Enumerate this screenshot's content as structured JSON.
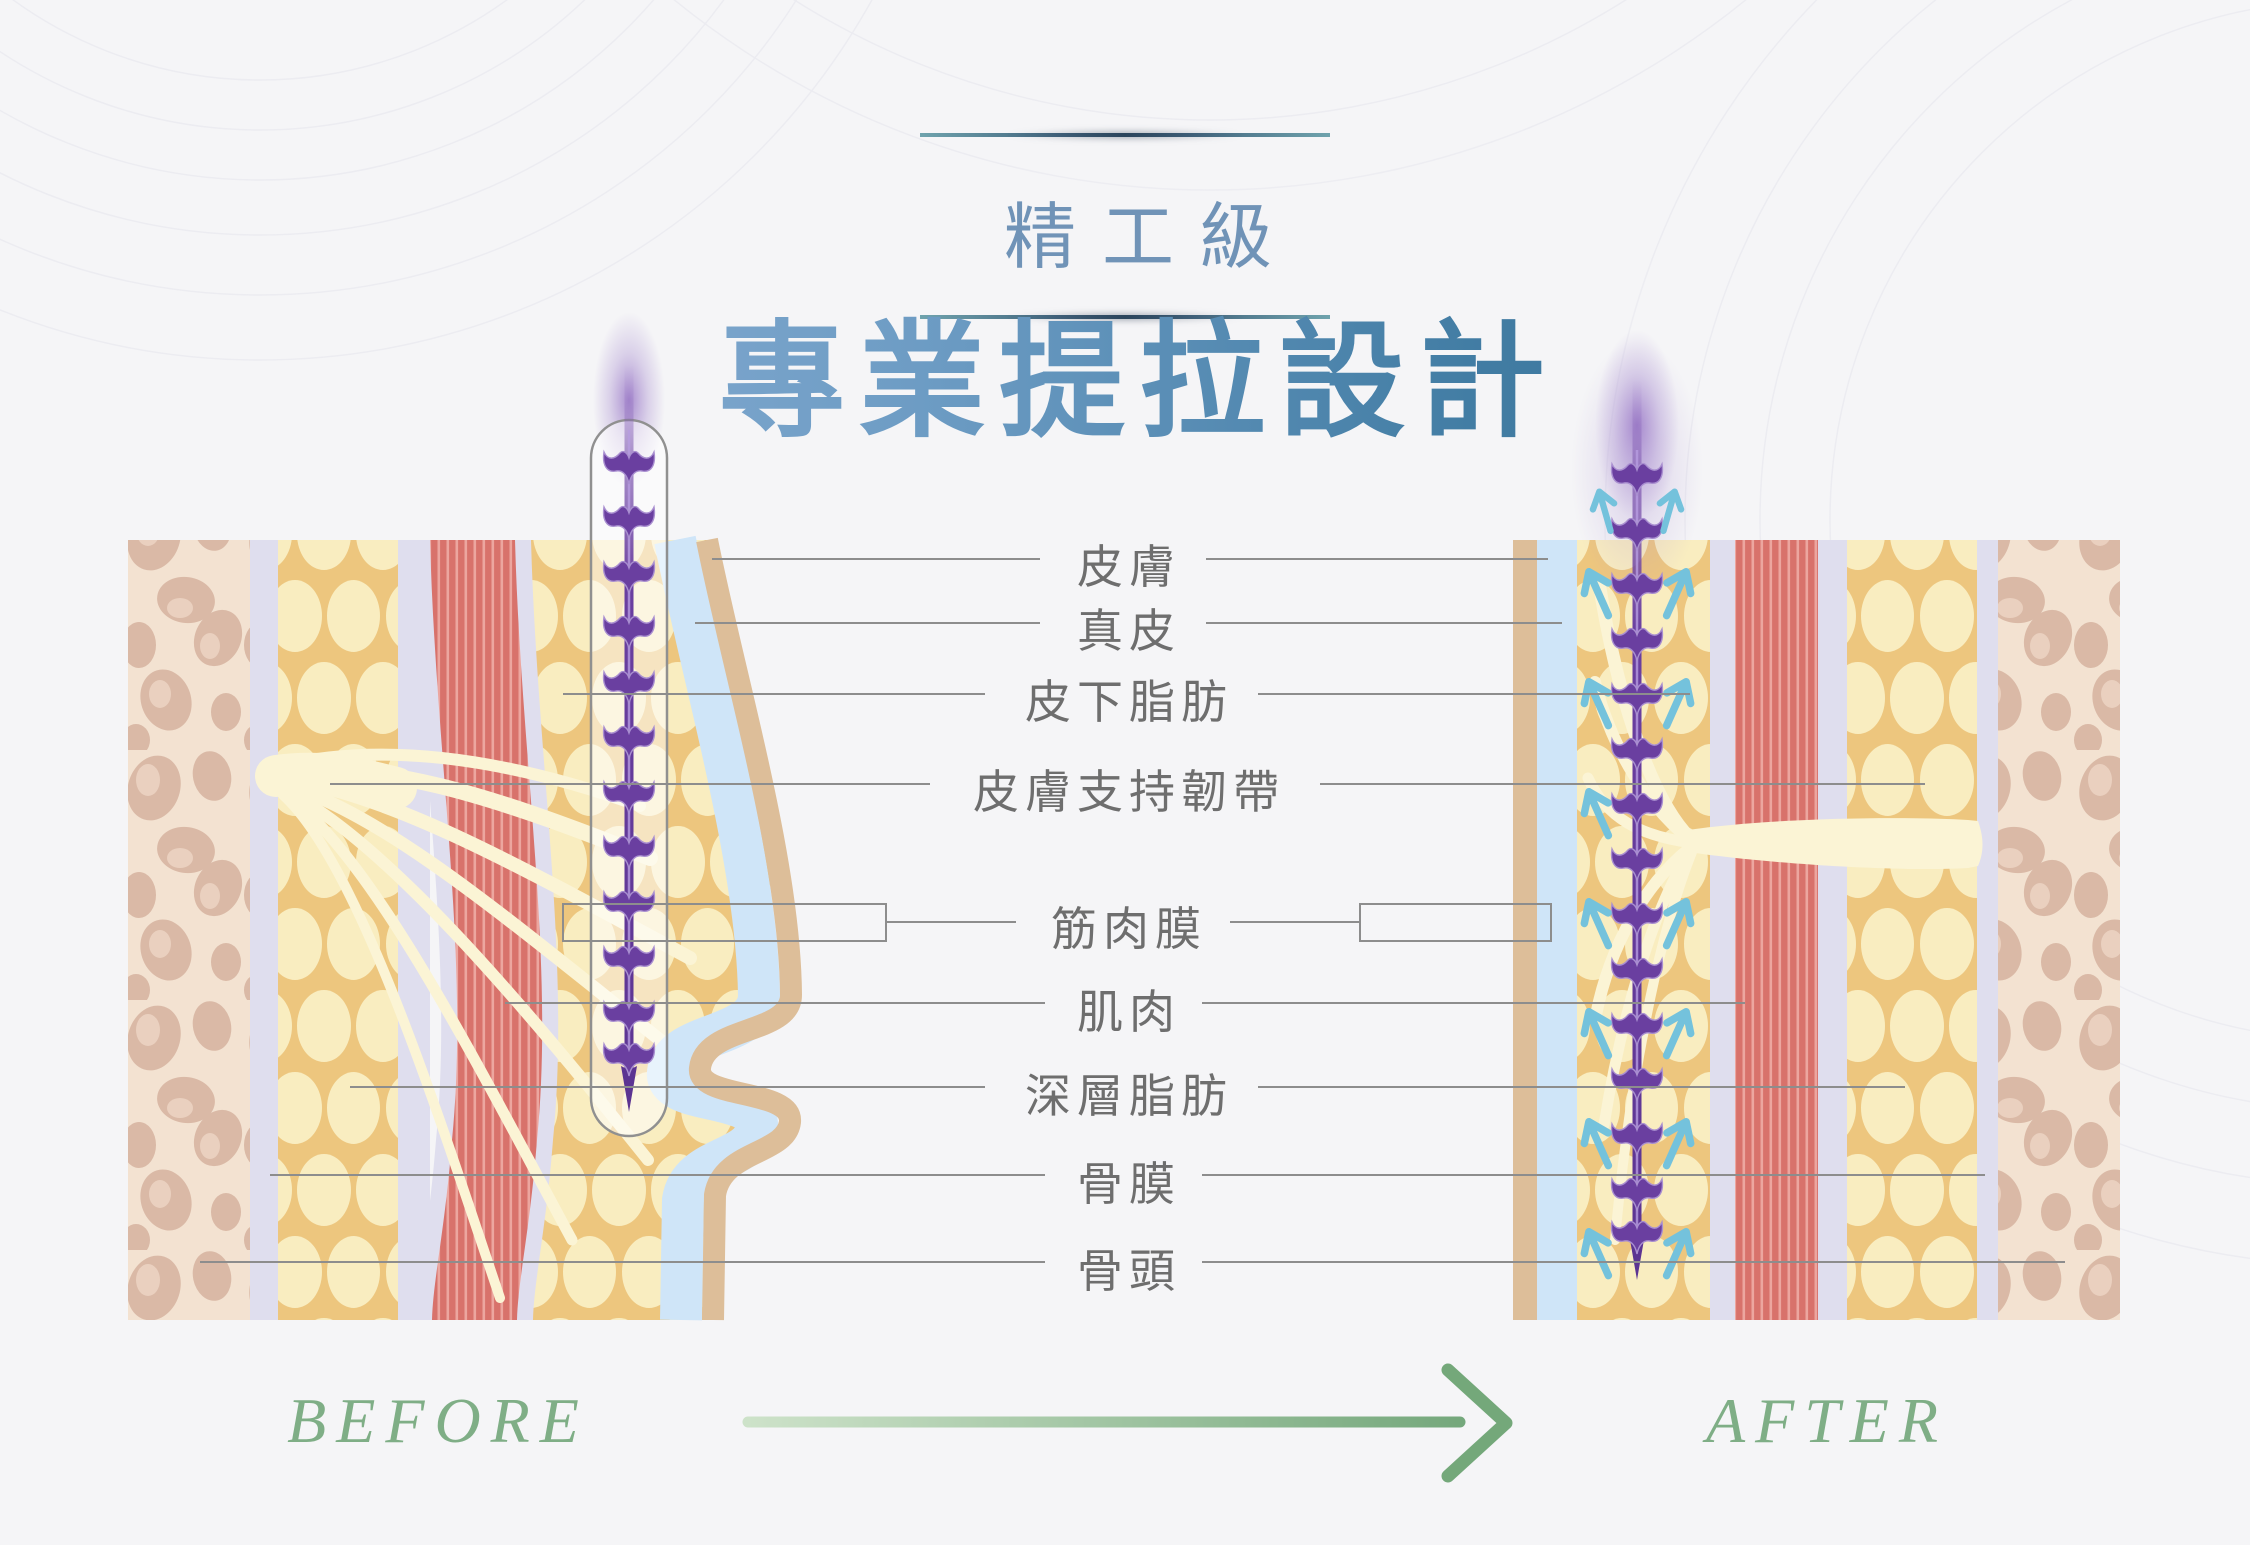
{
  "header": {
    "eyebrow": "精工級",
    "title": "專業提拉設計"
  },
  "anatomy_labels": {
    "skin": "皮膚",
    "dermis": "真皮",
    "subcutaneous_fat": "皮下脂肪",
    "skin_supporting_ligament": "皮膚支持韌帶",
    "muscle_fascia": "筋肉膜",
    "muscle": "肌肉",
    "deep_fat": "深層脂肪",
    "periosteum": "骨膜",
    "bone": "骨頭"
  },
  "comparison": {
    "before_label": "BEFORE",
    "after_label": "AFTER"
  },
  "colors": {
    "background": "#f5f5f7",
    "eyebrow_text": "#7093b7",
    "title_gradient_start": "#8aaed4",
    "title_gradient_end": "#3d7399",
    "label_text": "#6e6e6e",
    "leader_line": "#8d8d8d",
    "before_after_text": "#7fae86",
    "arrow_green": "#74a87a",
    "fat_layer": "#edc67e",
    "fat_cells": "#f9edc0",
    "muscle_layer": "#d8726b",
    "muscle_stripes": "#eca69f",
    "fascia_gap": "#dfdeee",
    "dermis_layer": "#cfe5f8",
    "skin_layer": "#ddbe99",
    "bone_layer": "#f3e2d1",
    "bone_blobs": "#dab9a6",
    "ligament_fiber": "#fbf4d5",
    "thread_purple": "#6a3fa0",
    "lift_arrow_teal": "#74c2dc"
  }
}
